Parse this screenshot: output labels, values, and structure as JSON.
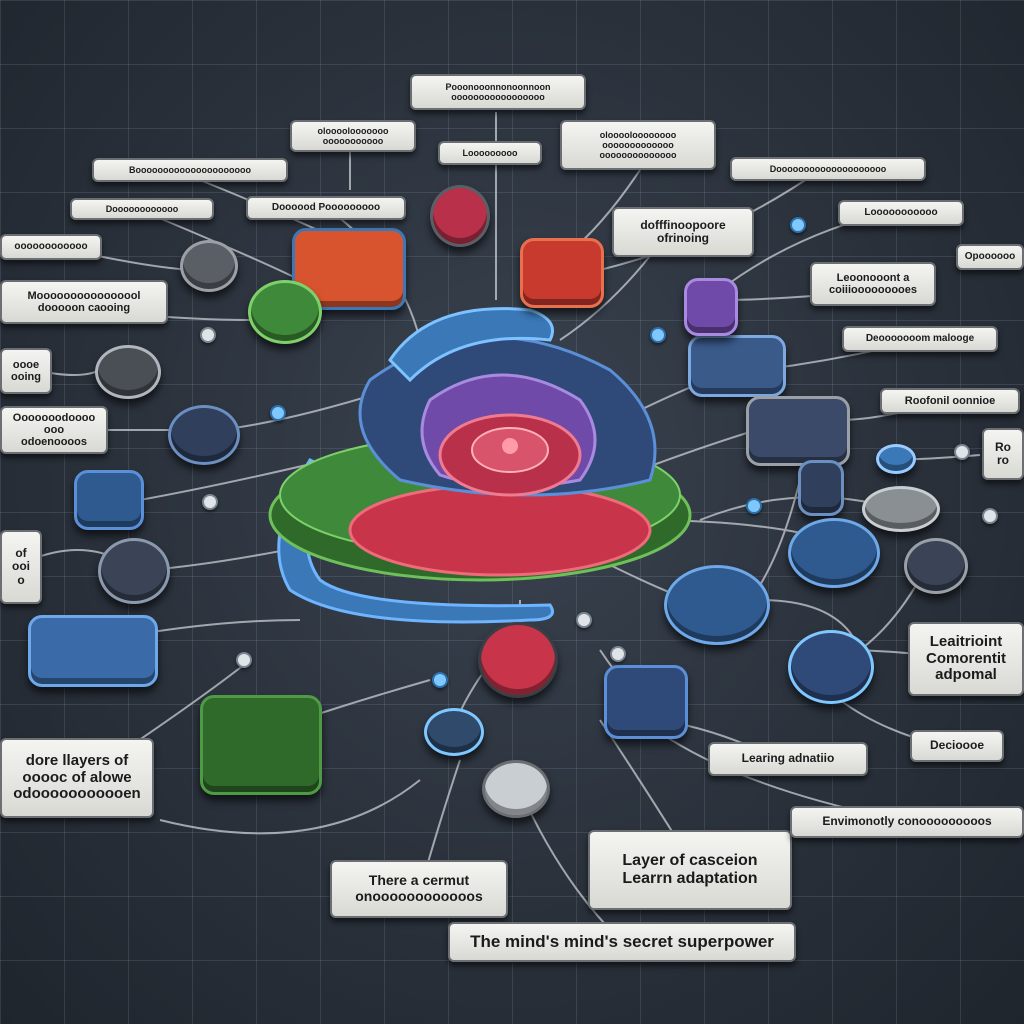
{
  "labels": {
    "l_top": "Pooonooonnonoonnoon\nooooooooooooooooo",
    "l_tl1": "oloooolooooooo\nooooooooooo",
    "l_tl2": "Looooooooo",
    "l_tr1": "olooooloooooooo\nooooooooooooo\noooooooooooooo",
    "l_tr2": "Doooooooooooooooooooo",
    "l_ml1": "Booooooooooooooooooooo",
    "l_ml2": "Doooooooooooo",
    "l_ml3": "Doooood Pooooooooo",
    "l_ctr": "dofffinoopoore\nofrinoing",
    "l_r1": "Looooooooooo",
    "l_r2": "Opoooooo",
    "l_r3": "Leoonooont a\ncoiiiooooooooes",
    "l_r4": "Deooooooom malooge",
    "l_r5": "Roofonil oonnioe",
    "l_r6": "Ro\nro",
    "l_left1": "oooooooooooo",
    "l_left2": "Moooooooooooooool\ndooooon caooing",
    "l_left3": "oooe\nooing",
    "l_left4": "Ooooooodoooo ooo\nodoenoooos",
    "l_left5": "of\nooi\no",
    "l_bl": "dore llayers of\nooooc of alowe\nodooooooooooen",
    "l_b1": "There a cermut\nonoooooooooooos",
    "l_b2": "Layer of casceion\nLearrn adaptation",
    "l_br1": "Learing adnatiio",
    "l_br2": "Decioooe",
    "l_br3": "Envimonotly conooooooooos",
    "l_rr1": "Leaitrioint\nComorentit\nadpomal",
    "l_footer": "The mind's mind's secret superpower"
  },
  "colors": {
    "blue": "#3a78b8",
    "green": "#3f8a3a",
    "purple": "#6f4aa8",
    "red": "#c8344a",
    "orange": "#d8542e",
    "slate": "#2f3f5c",
    "grey": "#8a8f94"
  }
}
